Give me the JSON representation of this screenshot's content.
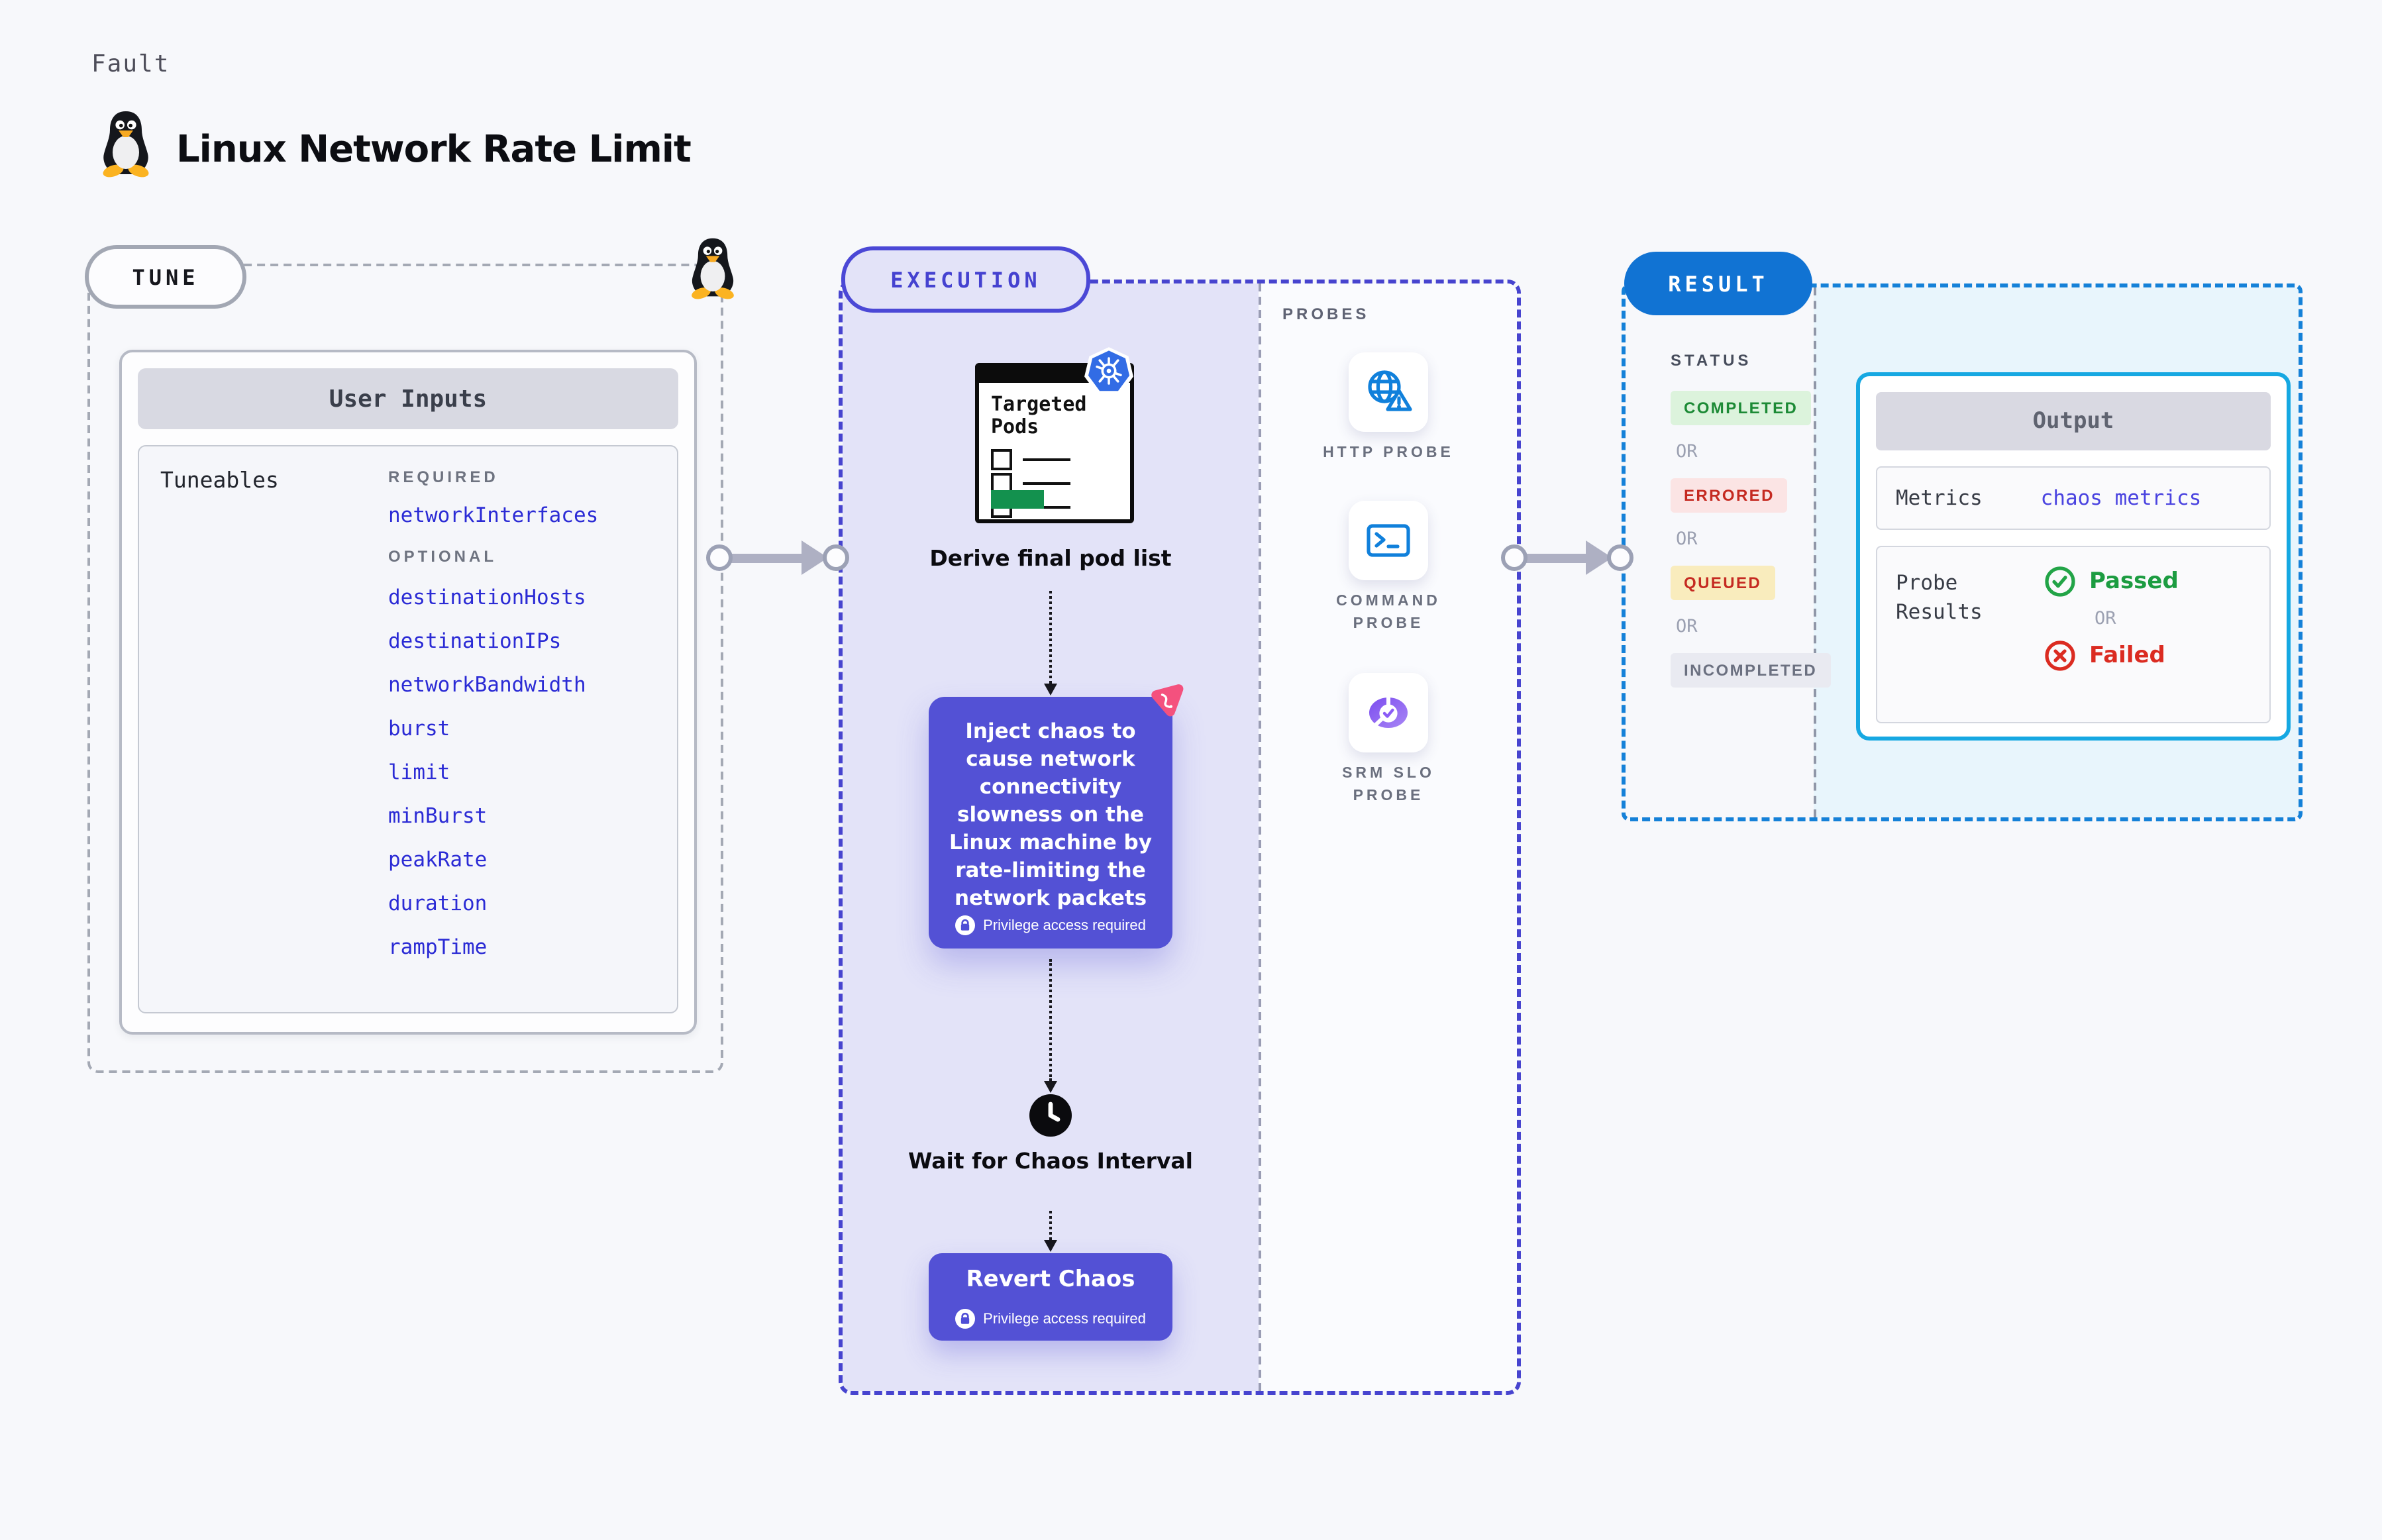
{
  "header": {
    "eyebrow": "Fault",
    "title": "Linux Network Rate Limit"
  },
  "tune": {
    "label": "TUNE",
    "card_title": "User Inputs",
    "tuneables_label": "Tuneables",
    "required_label": "REQUIRED",
    "required_params": [
      "networkInterfaces"
    ],
    "optional_label": "OPTIONAL",
    "optional_params": [
      "destinationHosts",
      "destinationIPs",
      "networkBandwidth",
      "burst",
      "limit",
      "minBurst",
      "peakRate",
      "duration",
      "rampTime"
    ]
  },
  "execution": {
    "label": "EXECUTION",
    "pod_card_title": "Targeted Pods",
    "derive_caption": "Derive final pod list",
    "inject_text": "Inject chaos to cause network connectivity slowness on the Linux machine by rate-limiting the network packets",
    "privilege_note": "Privilege access required",
    "wait_caption": "Wait for Chaos Interval",
    "revert_label": "Revert Chaos"
  },
  "probes": {
    "label": "PROBES",
    "items": [
      {
        "icon": "globe-alert-icon",
        "label": "HTTP PROBE"
      },
      {
        "icon": "terminal-icon",
        "label": "COMMAND PROBE"
      },
      {
        "icon": "slo-pie-check-icon",
        "label": "SRM SLO PROBE"
      }
    ]
  },
  "result": {
    "label": "RESULT",
    "status_label": "STATUS",
    "or_label": "OR",
    "statuses": [
      {
        "label": "COMPLETED",
        "bg": "#DCF3DC",
        "color": "#1C8A35"
      },
      {
        "label": "ERRORED",
        "bg": "#FBE4E4",
        "color": "#C52A21"
      },
      {
        "label": "QUEUED",
        "bg": "#F9ECBD",
        "color": "#C52A21"
      },
      {
        "label": "INCOMPLETED",
        "bg": "#E9EAF1",
        "color": "#6B7080"
      }
    ],
    "output": {
      "title": "Output",
      "metrics_label": "Metrics",
      "metrics_value": "chaos metrics",
      "probe_results_label": "Probe Results",
      "passed_label": "Passed",
      "failed_label": "Failed"
    }
  },
  "colors": {
    "page_bg": "#F7F8FB",
    "execution_bg": "#E3E3F8",
    "execution_accent": "#4744CF",
    "inject_box": "#5351D5",
    "tune_border": "#A4A9B4",
    "result_border": "#1581D8",
    "result_pill_bg": "#1173D3",
    "output_border": "#16A8E2",
    "output_area_bg": "#E8F5FC",
    "param_link": "#2B2BD5",
    "passed_green": "#1C9C41",
    "failed_red": "#DB2B21",
    "litmus_pink": "#F4517E",
    "kubernetes_blue": "#326CE5",
    "pod_green": "#13914E"
  }
}
